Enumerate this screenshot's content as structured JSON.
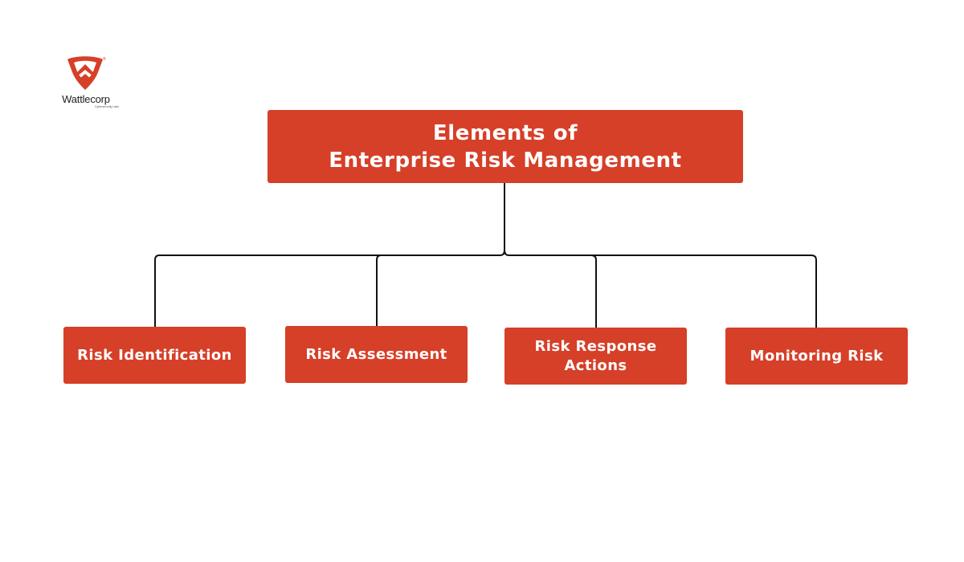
{
  "logo": {
    "name": "Wattlecorp",
    "tagline": "Cybersecurity Labs",
    "registered_mark": "®",
    "colors": {
      "primary": "#d63f28",
      "text": "#1f1f1f"
    }
  },
  "diagram": {
    "type": "tree",
    "root": {
      "line1": "Elements of",
      "line2": "Enterprise Risk Management"
    },
    "children": [
      {
        "label": "Risk Identification"
      },
      {
        "label": "Risk Assessment"
      },
      {
        "label": "Risk Response Actions"
      },
      {
        "label": "Monitoring Risk"
      }
    ],
    "colors": {
      "box_fill": "#d63f28",
      "box_text": "#ffffff",
      "connector": "#111111"
    }
  }
}
